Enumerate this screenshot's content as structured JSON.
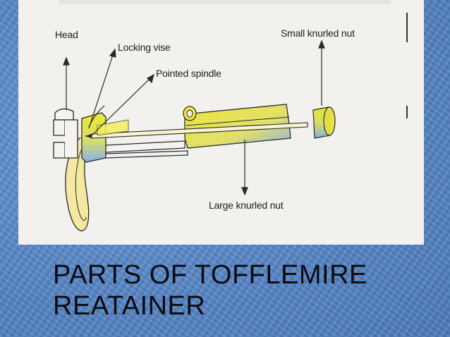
{
  "slide": {
    "title_line1": "PARTS OF TOFFLEMIRE",
    "title_line2": "REATAINER"
  },
  "diagram": {
    "labels": {
      "head": "Head",
      "locking_vise": "Locking vise",
      "pointed_spindle": "Pointed spindle",
      "small_knurled_nut": "Small knurled nut",
      "large_knurled_nut": "Large knurled nut"
    },
    "colors": {
      "band": "#f3e9a0",
      "yellow": "#ecea3a",
      "blue": "#8fb5e8",
      "line": "#2a2a2a",
      "paper": "#f2f1ee",
      "background": "#5f8fce"
    }
  }
}
